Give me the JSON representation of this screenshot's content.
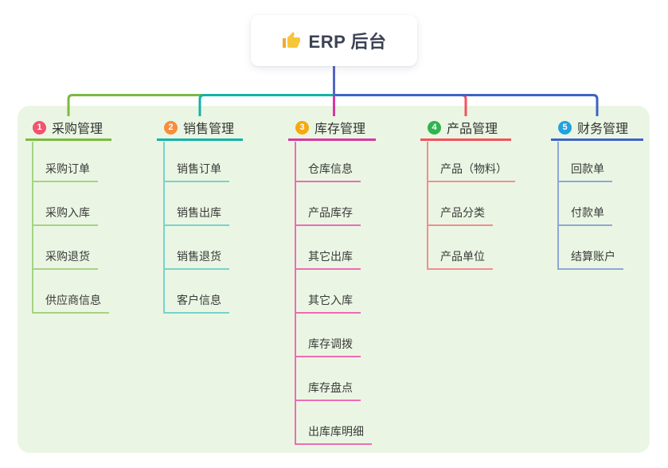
{
  "root": {
    "label": "ERP 后台",
    "icon": "thumbs-up-icon",
    "line_color": "#5366c6",
    "text_color": "#3c4254"
  },
  "branches": [
    {
      "badge": "1",
      "label": "采购管理",
      "colors": {
        "line": "#7cb93f",
        "badge": "#f2536f",
        "child_line": "#a5d383"
      },
      "children": [
        "采购订单",
        "采购入库",
        "采购退货",
        "供应商信息"
      ]
    },
    {
      "badge": "2",
      "label": "销售管理",
      "colors": {
        "line": "#14b2a9",
        "badge": "#f78d3d",
        "child_line": "#79d2ca"
      },
      "children": [
        "销售订单",
        "销售出库",
        "销售退货",
        "客户信息"
      ]
    },
    {
      "badge": "3",
      "label": "库存管理",
      "colors": {
        "line": "#d7389f",
        "badge": "#f6a90e",
        "child_line": "#ee6cb5"
      },
      "children": [
        "仓库信息",
        "产品库存",
        "其它出库",
        "其它入库",
        "库存调拨",
        "库存盘点",
        "出库库明细"
      ]
    },
    {
      "badge": "4",
      "label": "产品管理",
      "colors": {
        "line": "#f4515d",
        "badge": "#2fb44f",
        "child_line": "#f28d90"
      },
      "children": [
        "产品（物料）",
        "产品分类",
        "产品单位"
      ]
    },
    {
      "badge": "5",
      "label": "财务管理",
      "colors": {
        "line": "#3e63c6",
        "badge": "#22a2de",
        "child_line": "#8fa7d9"
      },
      "children": [
        "回款单",
        "付款单",
        "结算账户"
      ]
    }
  ],
  "panel_bg": "#eaf6e3",
  "text_colors": {
    "title": "#333333",
    "child": "#3a3a3a"
  }
}
